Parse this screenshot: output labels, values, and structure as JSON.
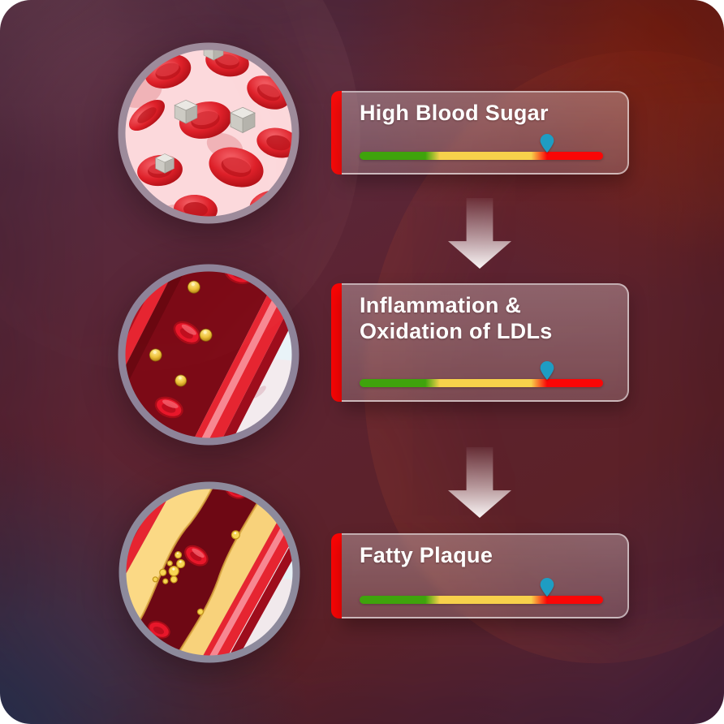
{
  "page": {
    "title": "Atherosclerosis Progression Infographic"
  },
  "stages": [
    {
      "id": "high-blood-sugar",
      "title_line1": "High Blood Sugar",
      "title_line2": "",
      "illustration": "red-blood-cells-with-sugar-cubes",
      "severity_marker_percent": 77,
      "marker_style": "left:77%"
    },
    {
      "id": "inflammation-oxidation-of-ldls",
      "title_line1": "Inflammation &",
      "title_line2": "Oxidation of LDLs",
      "illustration": "artery-with-oxidized-ldl-particles",
      "severity_marker_percent": 77,
      "marker_style": "left:77%"
    },
    {
      "id": "fatty-plaque",
      "title_line1": "Fatty Plaque",
      "title_line2": "",
      "illustration": "artery-narrowed-by-fatty-plaque",
      "severity_marker_percent": 77,
      "marker_style": "left:77%"
    }
  ],
  "severity_scale": {
    "low_color": "#3fa30c",
    "medium_color": "#f7d14b",
    "high_color": "#fa0606",
    "marker_color": "#1e9dc3",
    "marker_icon": "location-pin-icon"
  },
  "card": {
    "accent_color": "#fb0505",
    "text_color": "#ffffff"
  },
  "connector": {
    "icon": "down-arrow-icon"
  }
}
